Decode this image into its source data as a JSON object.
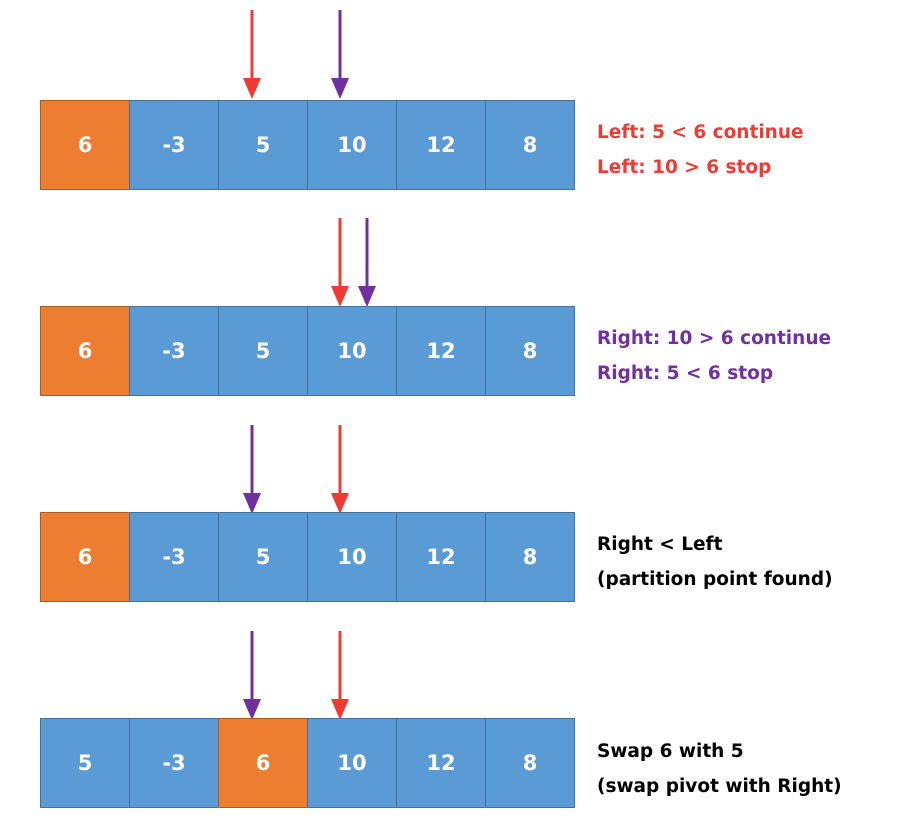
{
  "colors": {
    "left_arrow": "#ef3b36",
    "right_arrow": "#7030a0",
    "cell": "#5b9bd5",
    "pivot_cell": "#ed7d31",
    "note_left": "#ef3b36",
    "note_right": "#7030a0",
    "note_default": "#000000"
  },
  "steps": [
    {
      "cells": [
        {
          "value": "6",
          "pivot": true
        },
        {
          "value": "-3",
          "pivot": false
        },
        {
          "value": "5",
          "pivot": false
        },
        {
          "value": "10",
          "pivot": false
        },
        {
          "value": "12",
          "pivot": false
        },
        {
          "value": "8",
          "pivot": false
        }
      ],
      "notes": [
        "Left: 5 < 6 continue",
        "Left: 10 > 6 stop"
      ]
    },
    {
      "cells": [
        {
          "value": "6",
          "pivot": true
        },
        {
          "value": "-3",
          "pivot": false
        },
        {
          "value": "5",
          "pivot": false
        },
        {
          "value": "10",
          "pivot": false
        },
        {
          "value": "12",
          "pivot": false
        },
        {
          "value": "8",
          "pivot": false
        }
      ],
      "notes": [
        "Right: 10 > 6 continue",
        "Right: 5 < 6 stop"
      ]
    },
    {
      "cells": [
        {
          "value": "6",
          "pivot": true
        },
        {
          "value": "-3",
          "pivot": false
        },
        {
          "value": "5",
          "pivot": false
        },
        {
          "value": "10",
          "pivot": false
        },
        {
          "value": "12",
          "pivot": false
        },
        {
          "value": "8",
          "pivot": false
        }
      ],
      "notes": [
        "Right < Left",
        "(partition point found)"
      ]
    },
    {
      "cells": [
        {
          "value": "5",
          "pivot": false
        },
        {
          "value": "-3",
          "pivot": false
        },
        {
          "value": "6",
          "pivot": true
        },
        {
          "value": "10",
          "pivot": false
        },
        {
          "value": "12",
          "pivot": false
        },
        {
          "value": "8",
          "pivot": false
        }
      ],
      "notes": [
        "Swap 6 with 5",
        "(swap pivot with Right)"
      ]
    }
  ]
}
